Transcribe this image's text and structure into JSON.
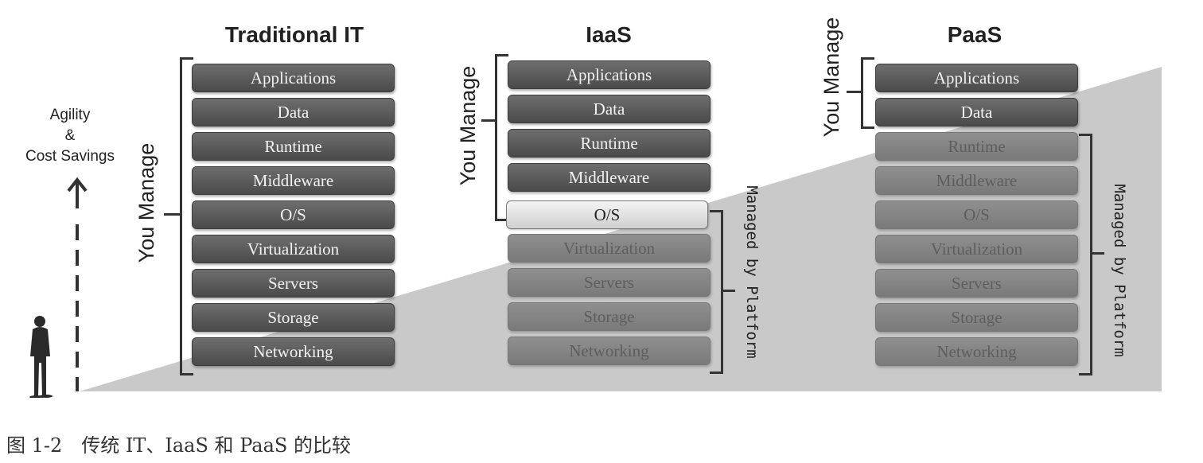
{
  "agility": {
    "line1": "Agility",
    "line2": "&",
    "line3": "Cost Savings"
  },
  "columns": {
    "traditional": {
      "title": "Traditional IT",
      "you_manage_label": "You Manage",
      "layers": [
        "Applications",
        "Data",
        "Runtime",
        "Middleware",
        "O/S",
        "Virtualization",
        "Servers",
        "Storage",
        "Networking"
      ]
    },
    "iaas": {
      "title": "IaaS",
      "you_manage_label": "You Manage",
      "managed_label": "Managed by Platform",
      "layers": [
        "Applications",
        "Data",
        "Runtime",
        "Middleware",
        "O/S",
        "Virtualization",
        "Servers",
        "Storage",
        "Networking"
      ]
    },
    "paas": {
      "title": "PaaS",
      "you_manage_label": "You Manage",
      "managed_label": "Managed by Platform",
      "layers": [
        "Applications",
        "Data",
        "Runtime",
        "Middleware",
        "O/S",
        "Virtualization",
        "Servers",
        "Storage",
        "Networking"
      ]
    }
  },
  "caption": "图 1-2　传统 IT、IaaS 和 PaaS 的比较"
}
